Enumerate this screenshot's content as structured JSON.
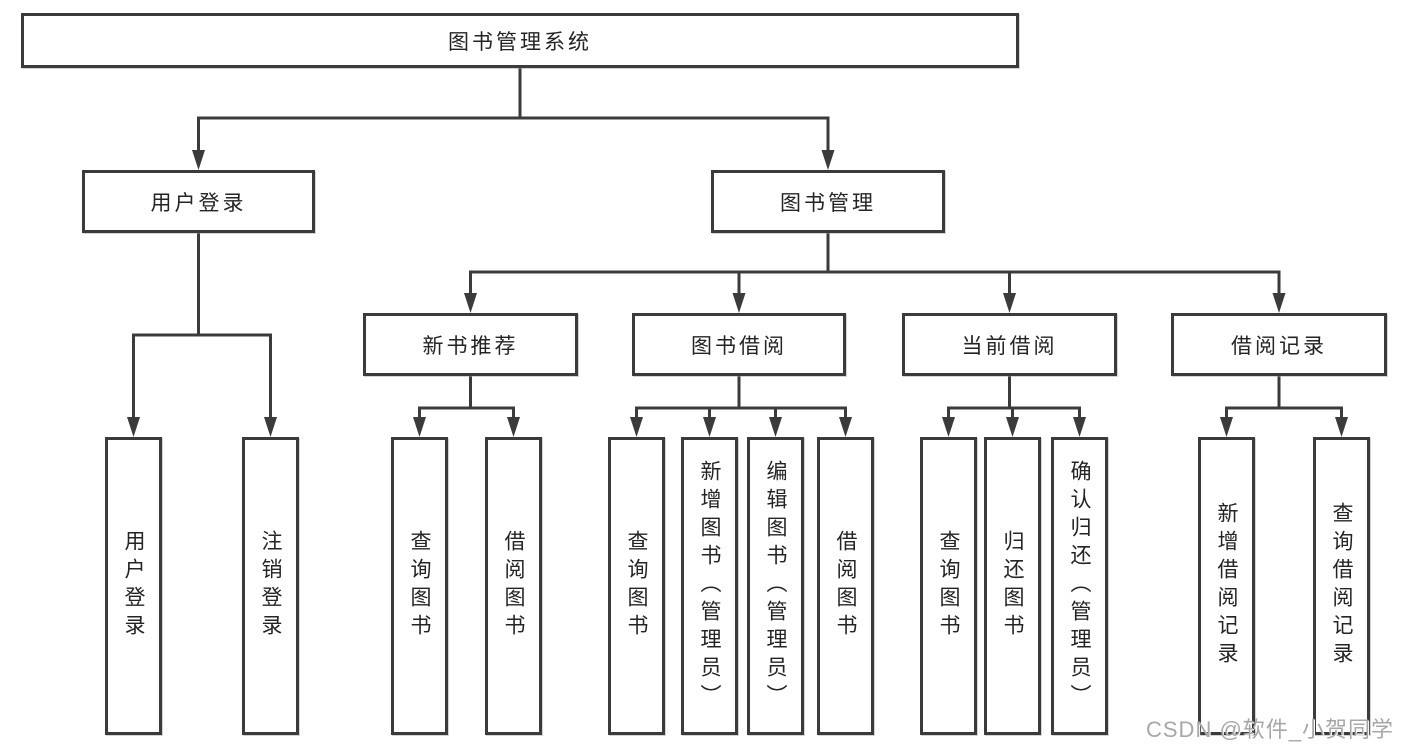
{
  "tree": {
    "label": "图书管理系统",
    "children": [
      {
        "label": "用户登录",
        "children": [
          {
            "label": "用户登录"
          },
          {
            "label": "注销登录"
          }
        ]
      },
      {
        "label": "图书管理",
        "children": [
          {
            "label": "新书推荐",
            "children": [
              {
                "label": "查询图书"
              },
              {
                "label": "借阅图书"
              }
            ]
          },
          {
            "label": "图书借阅",
            "children": [
              {
                "label": "查询图书"
              },
              {
                "label": "新增图书（管理员）"
              },
              {
                "label": "编辑图书（管理员）"
              },
              {
                "label": "借阅图书"
              }
            ]
          },
          {
            "label": "当前借阅",
            "children": [
              {
                "label": "查询图书"
              },
              {
                "label": "归还图书"
              },
              {
                "label": "确认归还（管理员）"
              }
            ]
          },
          {
            "label": "借阅记录",
            "children": [
              {
                "label": "新增借阅记录"
              },
              {
                "label": "查询借阅记录"
              }
            ]
          }
        ]
      }
    ]
  },
  "watermark": {
    "text": "CSDN @软件_小贺同学"
  },
  "colors": {
    "line": "#3b3b3b",
    "border": "#3b3b3b",
    "text": "#242424",
    "watermark": "#a7a7a7",
    "background": "#ffffff"
  }
}
